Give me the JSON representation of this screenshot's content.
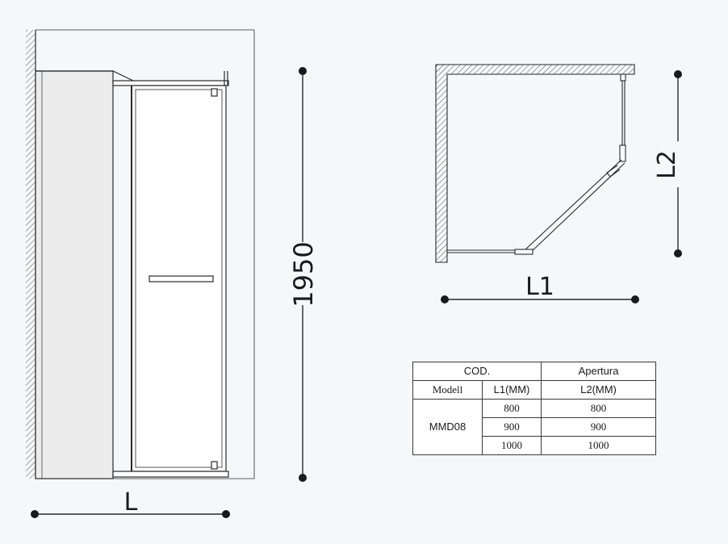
{
  "dimensions": {
    "front_width": "L",
    "height": "1950",
    "plan_l1": "L1",
    "plan_l2": "L2"
  },
  "table": {
    "header_cod": "COD.",
    "header_apertura": "Apertura",
    "label_modello": "Modell",
    "label_l1": "L1(MM)",
    "label_l2": "L2(MM)",
    "model": "MMD08",
    "rows": [
      {
        "l1": "800",
        "l2": "800"
      },
      {
        "l1": "900",
        "l2": "900"
      },
      {
        "l1": "1000",
        "l2": "1000"
      }
    ]
  },
  "colors": {
    "line": "#2a2a2a",
    "background": "#f6f7f9"
  }
}
